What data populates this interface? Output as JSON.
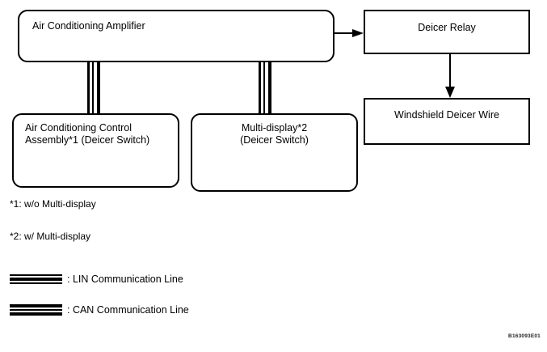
{
  "diagram": {
    "boxes": {
      "ac_amplifier": "Air Conditioning Amplifier",
      "deicer_relay": "Deicer Relay",
      "windshield_deicer_wire": "Windshield Deicer Wire",
      "ac_control_assembly": "Air Conditioning Control\nAssembly*1 (Deicer Switch)",
      "multi_display": "Multi-display*2\n(Deicer Switch)"
    },
    "footnotes": [
      "*1: w/o Multi-display",
      "*2: w/ Multi-display"
    ],
    "legend": [
      {
        "symbol": "lin-line-symbol",
        "label": ": LIN Communication Line"
      },
      {
        "symbol": "can-line-symbol",
        "label": ": CAN Communication Line"
      }
    ],
    "figure_code": "B163093E01",
    "colors": {
      "line": "#000000",
      "background": "#ffffff",
      "text": "#000000"
    }
  }
}
